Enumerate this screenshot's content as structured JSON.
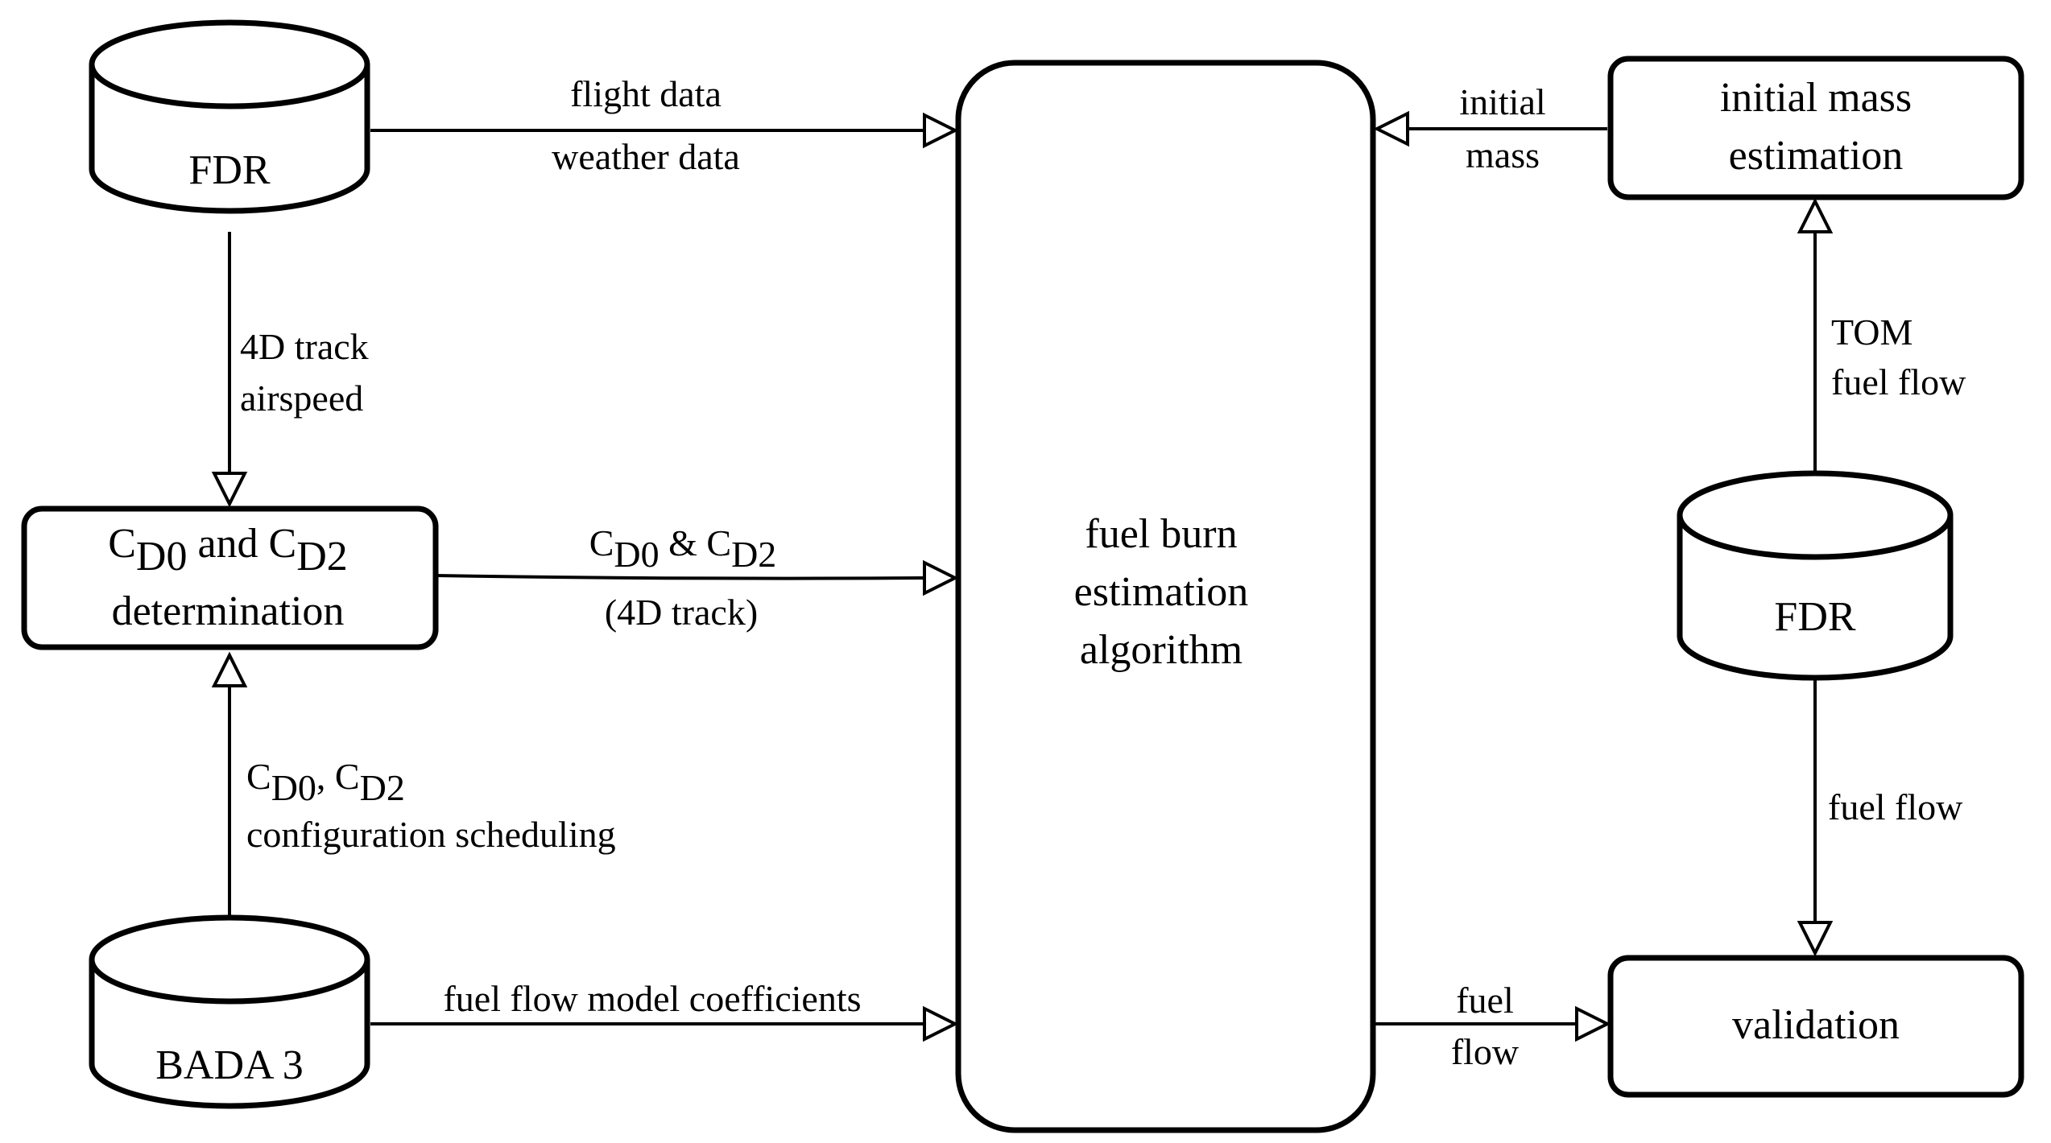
{
  "nodes": {
    "fdr_top": {
      "label": "FDR",
      "shape": "cylinder"
    },
    "cd_determination": {
      "line1_c1": "C",
      "line1_sub1": "D0",
      "line1_mid": " and C",
      "line1_sub2": "D2",
      "line2": "determination",
      "shape": "rounded-rectangle"
    },
    "bada3": {
      "label": "BADA 3",
      "shape": "cylinder"
    },
    "algorithm": {
      "line1": "fuel burn",
      "line2": "estimation",
      "line3": "algorithm",
      "shape": "rounded-rectangle"
    },
    "initial_mass": {
      "line1": "initial mass",
      "line2": "estimation",
      "shape": "rounded-rectangle"
    },
    "fdr_right": {
      "label": "FDR",
      "shape": "cylinder"
    },
    "validation": {
      "label": "validation",
      "shape": "rounded-rectangle"
    }
  },
  "edges": {
    "fdr_to_algorithm": {
      "line1": "flight data",
      "line2": "weather data"
    },
    "fdr_to_cd": {
      "line1": "4D track",
      "line2": "airspeed"
    },
    "cd_to_algorithm": {
      "c1": "C",
      "sub1": "D0",
      "mid": " & C",
      "sub2": "D2",
      "line2": "(4D track)"
    },
    "bada_to_cd": {
      "c1": "C",
      "sub1": "D0",
      "mid": ", C",
      "sub2": "D2",
      "line2": "configuration scheduling"
    },
    "bada_to_algorithm": {
      "line1": "fuel flow model coefficients"
    },
    "mass_to_algorithm": {
      "line1": "initial",
      "line2": "mass"
    },
    "fdr_right_to_mass": {
      "line1": "TOM",
      "line2": "fuel flow"
    },
    "fdr_right_to_validation": {
      "line1": "fuel flow"
    },
    "algorithm_to_validation": {
      "line1": "fuel",
      "line2": "flow"
    }
  },
  "colors": {
    "stroke": "#000000",
    "fill": "#ffffff",
    "text": "#000000"
  }
}
